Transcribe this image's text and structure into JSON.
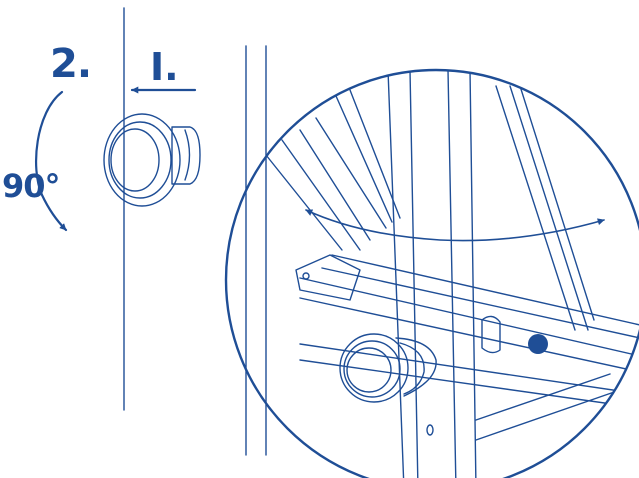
{
  "labels": {
    "step_rotate": "2.",
    "step_push": "I.",
    "rotation_angle": "90°"
  },
  "colors": {
    "ink": "#1f4e96",
    "background": "#ffffff"
  },
  "icons": {
    "push_arrow": "arrow-left-icon",
    "rotate_arrow": "rotate-clockwise-icon",
    "swing_arrows": "double-arrow-icon"
  }
}
